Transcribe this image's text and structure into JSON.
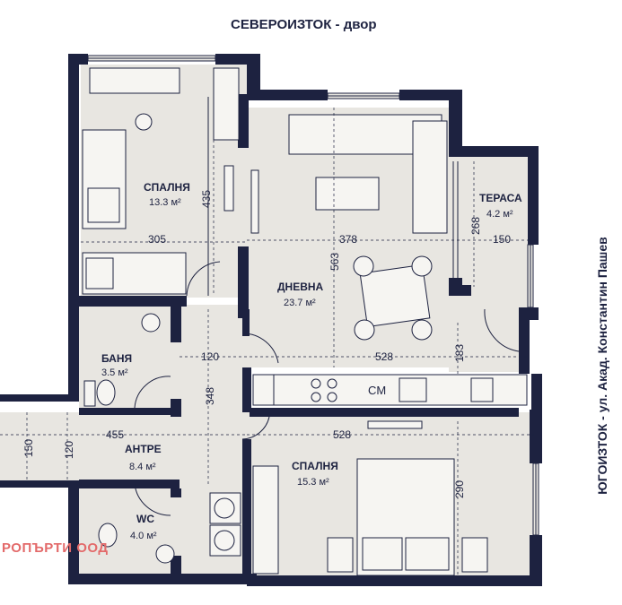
{
  "orientation": {
    "top": "СЕВЕРОИЗТОК - двор",
    "right": "ЮГОИЗТОК - ул. Акад. Константин Пашев"
  },
  "watermark": "РОПЪРТИ ООД",
  "rooms": {
    "bedroom1": {
      "name": "СПАЛНЯ",
      "area": "13.3 м²"
    },
    "living": {
      "name": "ДНЕВНА",
      "area": "23.7 м²"
    },
    "terrace": {
      "name": "ТЕРАСА",
      "area": "4.2 м²"
    },
    "bath": {
      "name": "БАНЯ",
      "area": "3.5 м²"
    },
    "hall": {
      "name": "АНТРЕ",
      "area": "8.4 м²"
    },
    "bedroom2": {
      "name": "СПАЛНЯ",
      "area": "15.3 м²"
    },
    "wc": {
      "name": "WC",
      "area": "4.0 м²"
    }
  },
  "dimensions": {
    "d435": "435",
    "d305": "305",
    "d378": "378",
    "d563": "563",
    "d268": "268",
    "d150a": "150",
    "d120a": "120",
    "d528a": "528",
    "d183": "183",
    "d348": "348",
    "d455": "455",
    "d150b": "150",
    "d120b": "120",
    "d528b": "528",
    "d290": "290"
  },
  "appliances": {
    "washer_label": "CM"
  },
  "colors": {
    "wall": "#1d2240",
    "floor": "#e8e6e1",
    "text": "#1d2240",
    "watermark": "#e36a6a"
  }
}
